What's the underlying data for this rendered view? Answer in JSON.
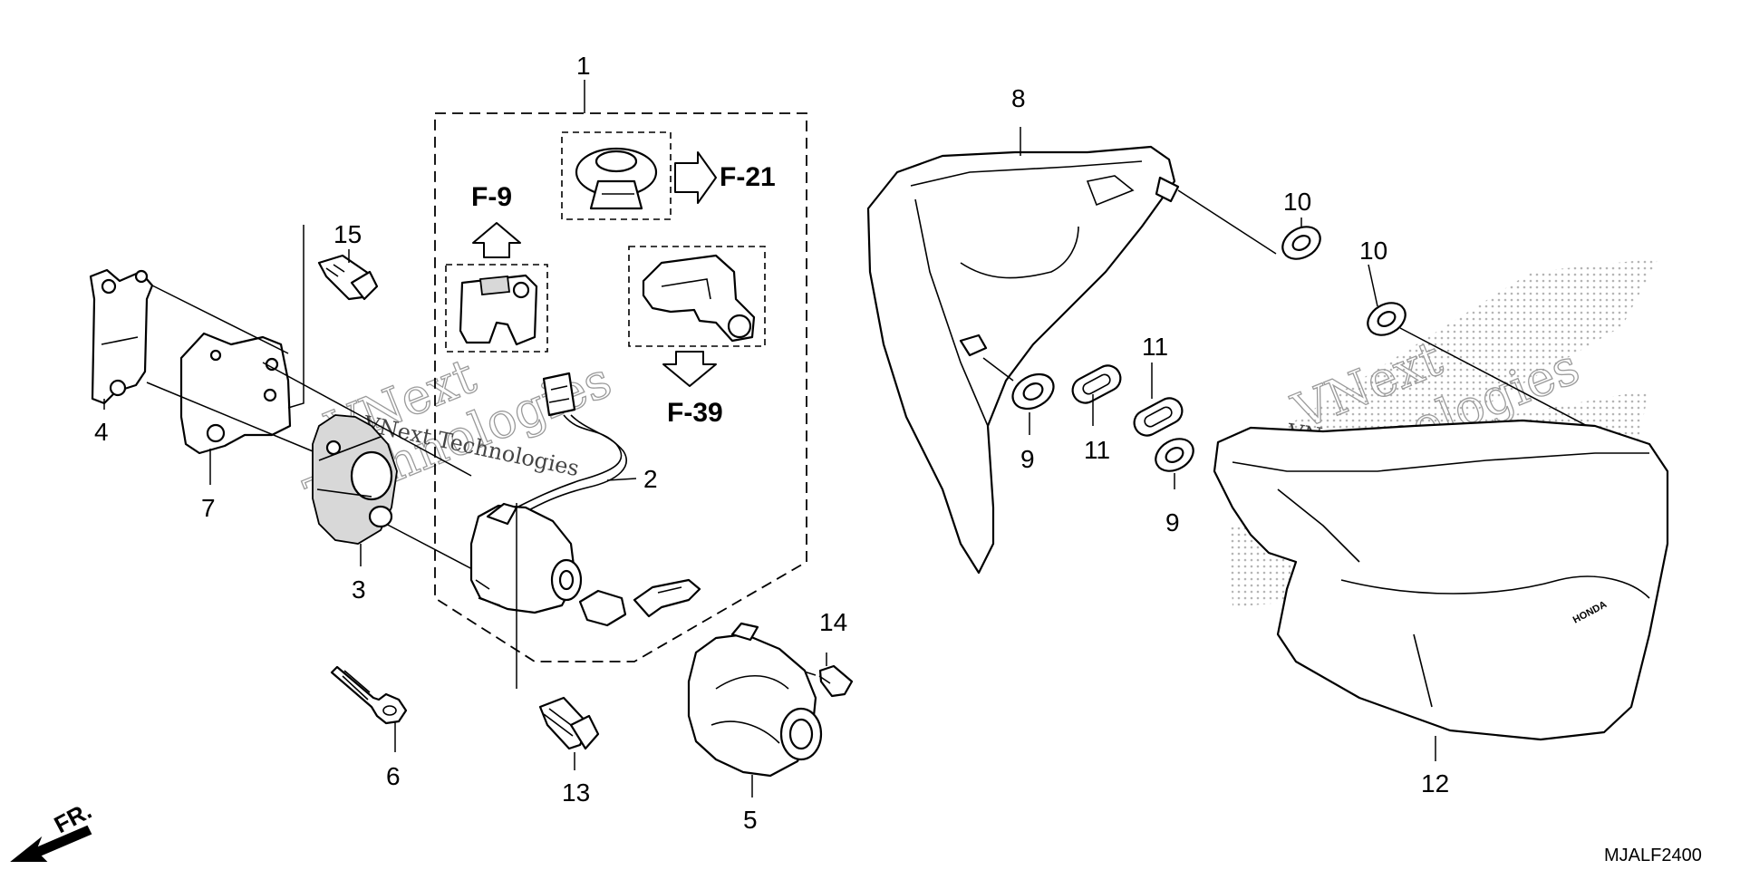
{
  "callouts": [
    "1",
    "2",
    "3",
    "4",
    "5",
    "6",
    "7",
    "8",
    "9",
    "9",
    "10",
    "10",
    "11",
    "11",
    "12",
    "13",
    "14",
    "15"
  ],
  "references": {
    "f9": "F-9",
    "f21": "F-21",
    "f39": "F-39"
  },
  "direction": "FR.",
  "diagram_code": "MJALF2400",
  "watermark": {
    "line1": "VNext",
    "line2": "Technologies",
    "full": "VNext Technologies"
  },
  "brand_mark": "HONDA"
}
